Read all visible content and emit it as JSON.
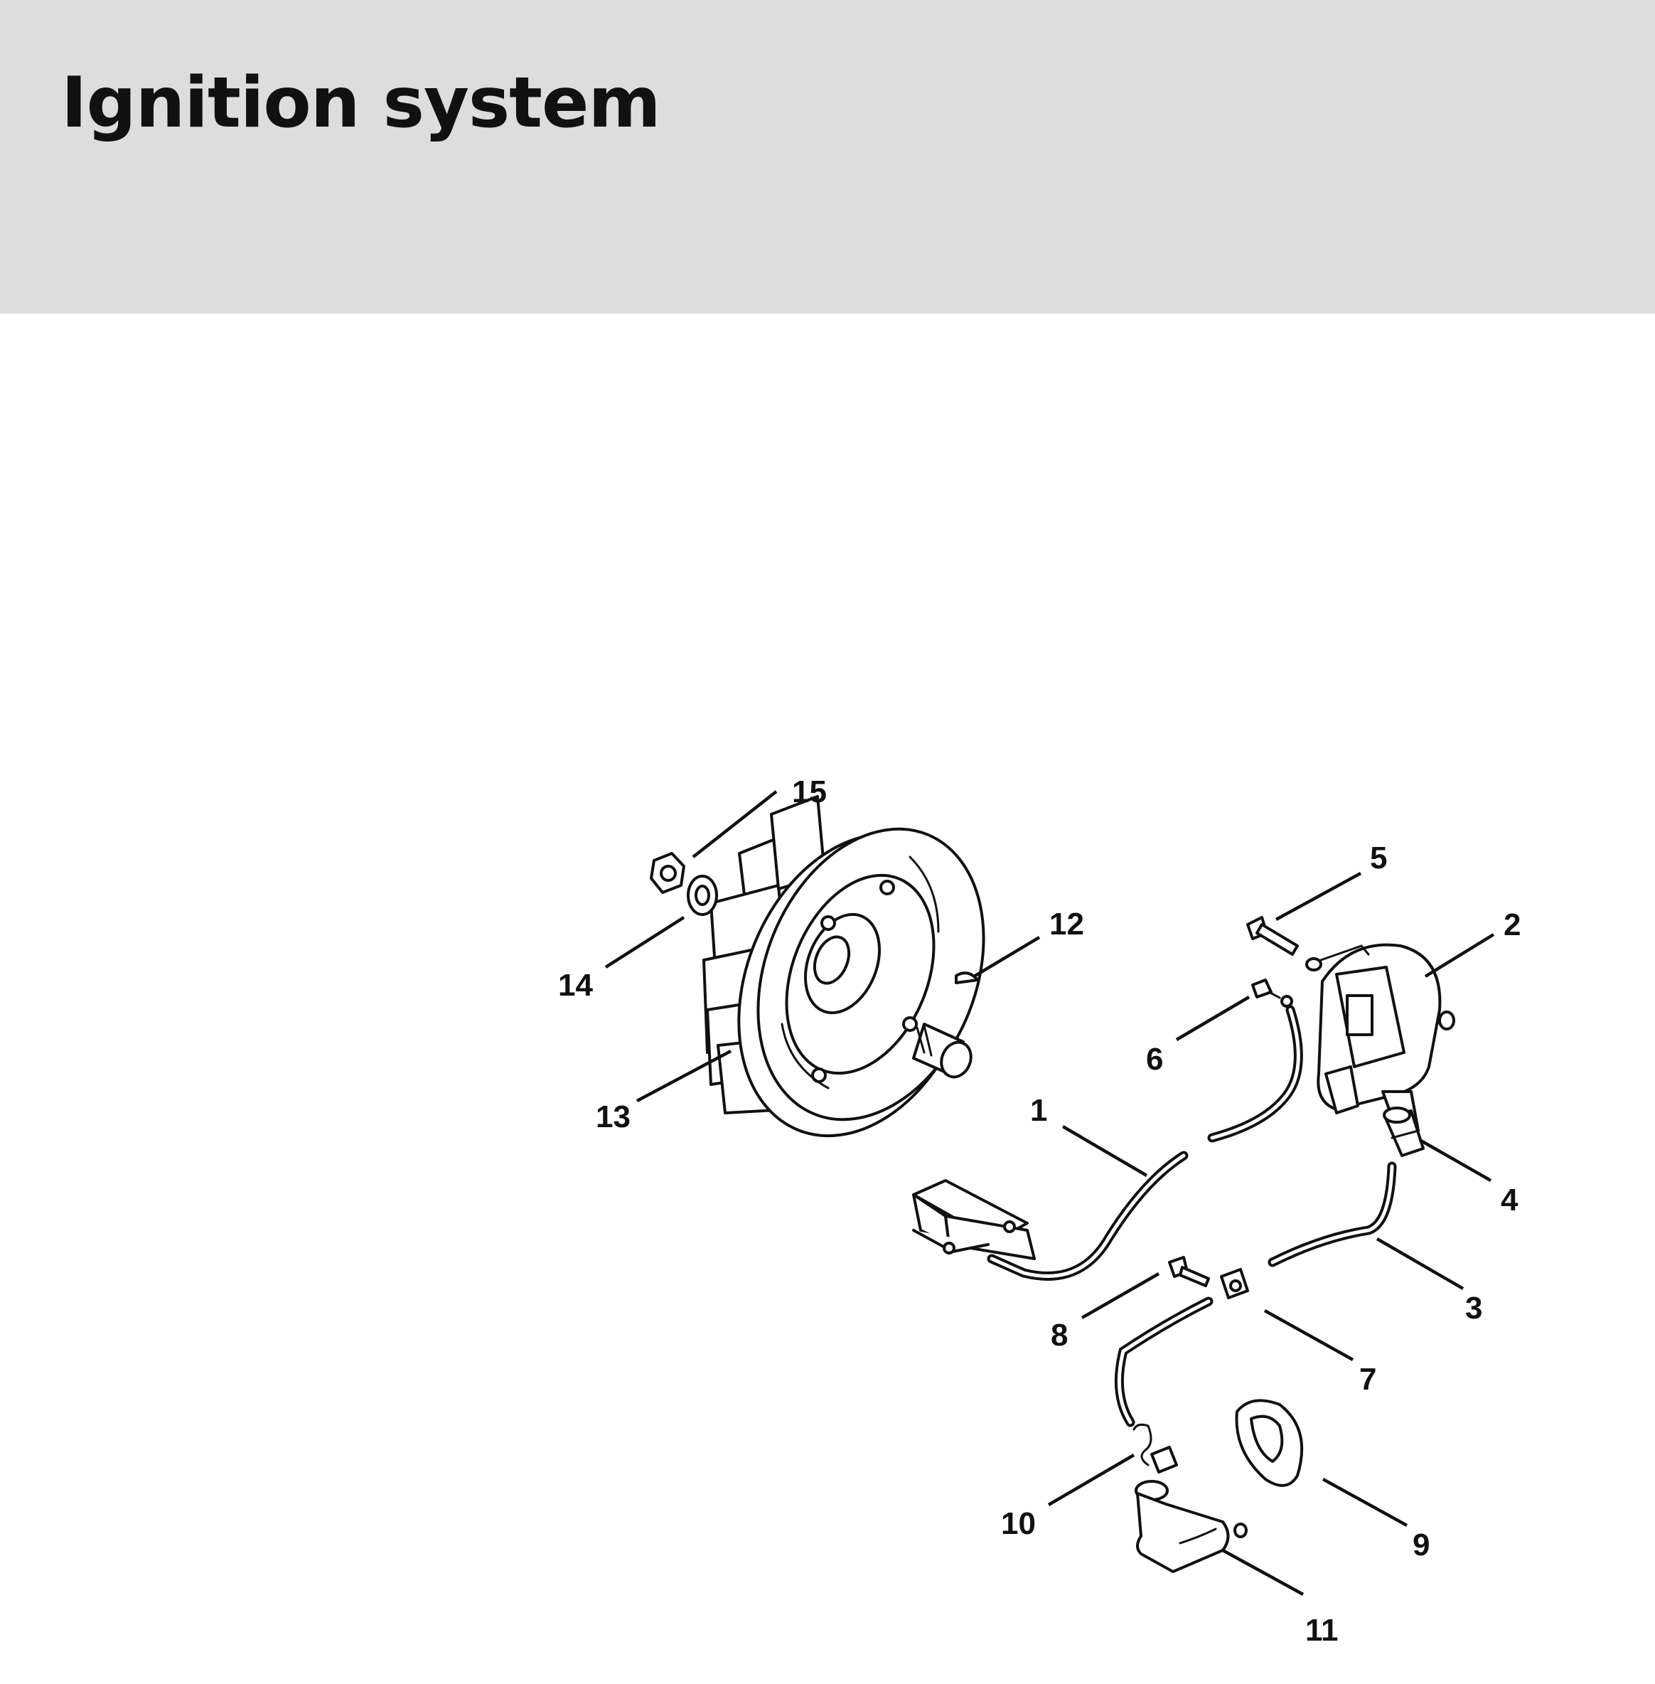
{
  "header": {
    "title": "Ignition system"
  },
  "diagram": {
    "callouts": [
      "1",
      "2",
      "3",
      "4",
      "5",
      "6",
      "7",
      "8",
      "9",
      "10",
      "11",
      "12",
      "13",
      "14",
      "15"
    ],
    "parts": {
      "ignition_module": "1",
      "ignition_coil": "2",
      "ignition_lead": "3",
      "coil_sleeve": "4",
      "coil_screw": "5",
      "ground_screw": "6",
      "lead_clamp": "7",
      "clamp_screw": "8",
      "boot_grommet": "9",
      "leg_spring": "10",
      "spark_plug_boot": "11",
      "woodruff_key": "12",
      "flywheel": "13",
      "washer": "14",
      "nut": "15"
    }
  }
}
